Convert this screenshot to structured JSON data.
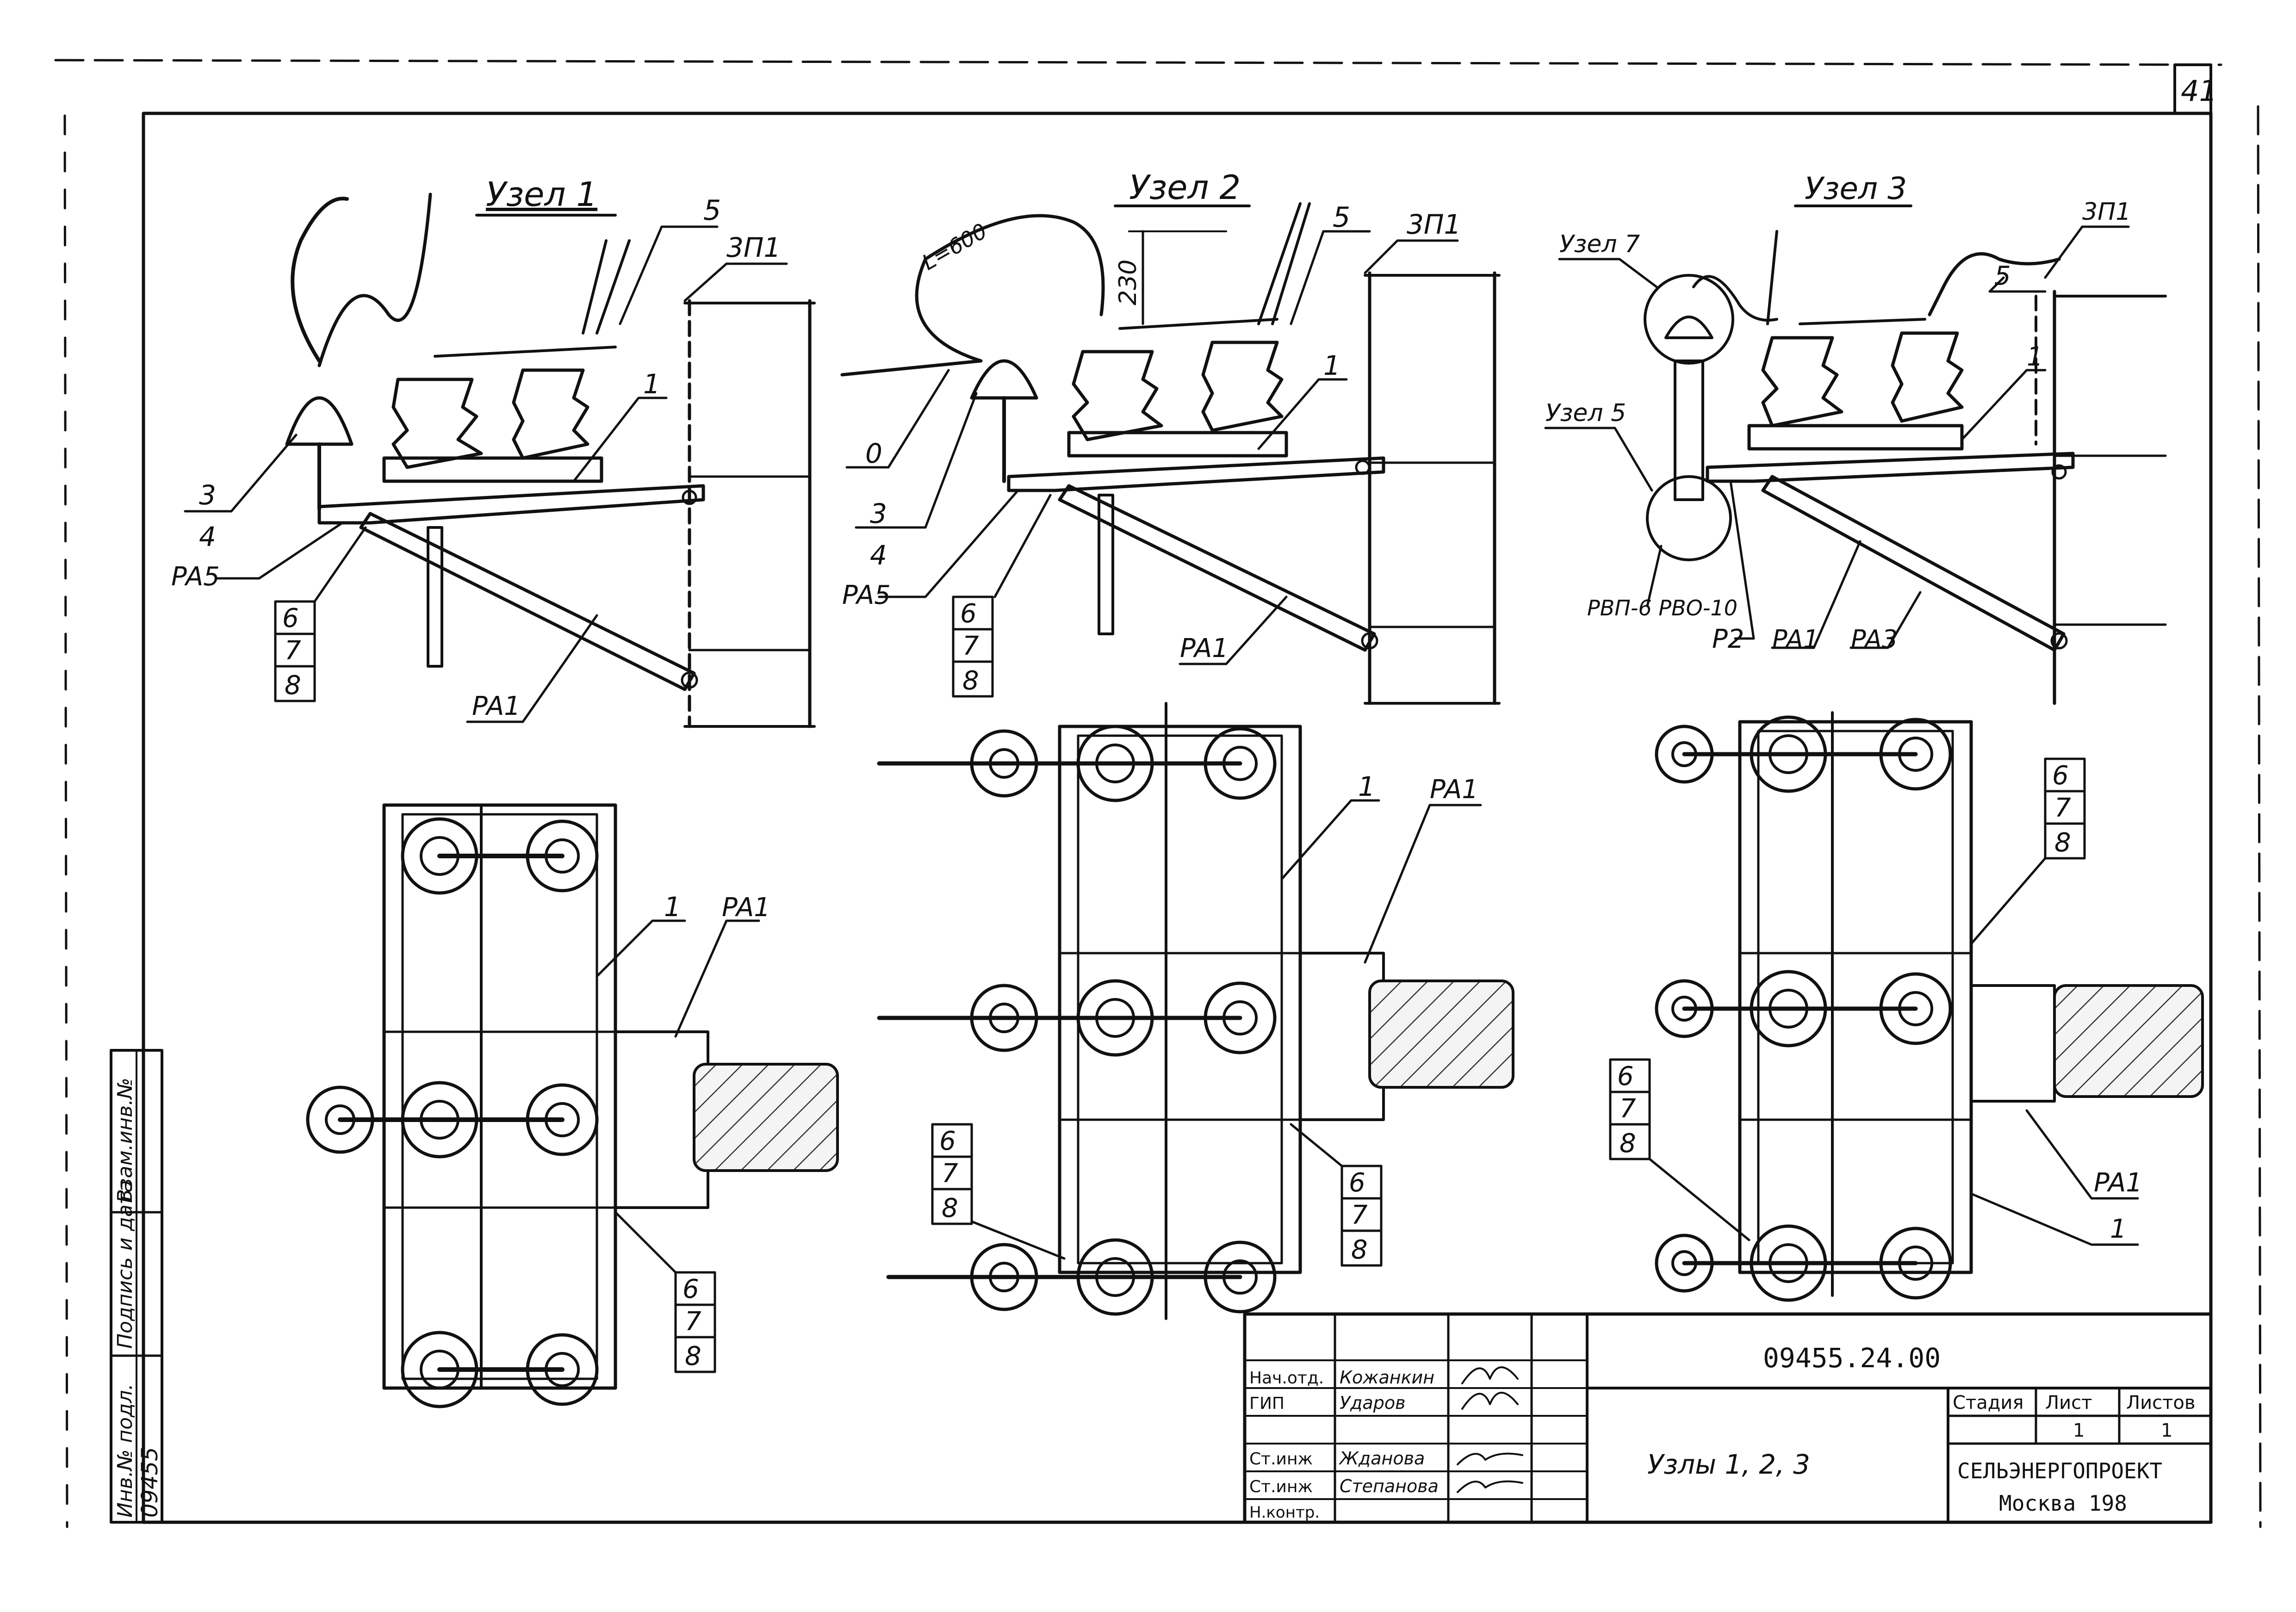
{
  "sheet": {
    "sheet_number": "41",
    "doc_code": "09455.24.00",
    "doc_title": "Узлы 1, 2, 3",
    "organization": "СЕЛЬЭНЕРГОПРОЕКТ",
    "city": "Москва 198",
    "stage_header": "Стадия",
    "sheet_header": "Лист",
    "sheets_header": "Листов",
    "sheet_value": "1",
    "sheets_value": "1"
  },
  "signatures": [
    {
      "role": "Нач.отд.",
      "name": "Кожанкин"
    },
    {
      "role": "ГИП",
      "name": "Ударов"
    },
    {
      "role": "Ст.инж",
      "name": "Жданова"
    },
    {
      "role": "Ст.инж",
      "name": "Степанова"
    },
    {
      "role": "Н.контр.",
      "name": ""
    }
  ],
  "side_stamp": {
    "inv_original": "Инв.№ подл.",
    "signature_date": "Подпись и дата",
    "replace_inv": "Взам.инв.№",
    "inv_value": "09455"
  },
  "nodes": {
    "n1": {
      "title": "Узел 1",
      "labels": {
        "l5": "5",
        "l3p1": "3П1",
        "l1": "1",
        "l3": "3",
        "l4": "4",
        "pa5": "PA5",
        "l6": "6",
        "l7": "7",
        "l8": "8",
        "pa1": "PA1"
      }
    },
    "n2": {
      "title": "Узел 2",
      "dim_230": "230",
      "dim_len": "L=600",
      "labels": {
        "l5": "5",
        "l3p1": "3П1",
        "l1": "1",
        "l0": "0",
        "l3": "3",
        "l4": "4",
        "pa5": "PA5",
        "l6": "6",
        "l7": "7",
        "l8": "8",
        "pa1": "PA1"
      }
    },
    "n3": {
      "title": "Узел 3",
      "labels": {
        "uzel7": "Узел 7",
        "uzel5": "Узел 5",
        "l5": "5",
        "l3p1": "3П1",
        "l1": "1",
        "rvp": "РВП-6 РВО-10",
        "p2": "P2",
        "pa1": "PA1",
        "pa3": "PA3"
      }
    }
  },
  "plans": {
    "p1": {
      "l1": "1",
      "pa1": "PA1",
      "l6": "6",
      "l7": "7",
      "l8": "8"
    },
    "p2": {
      "l1": "1",
      "pa1": "PA1",
      "l6a": "6",
      "l7a": "7",
      "l8a": "8",
      "l6b": "6",
      "l7b": "7",
      "l8b": "8"
    },
    "p3": {
      "l6a": "6",
      "l7a": "7",
      "l8a": "8",
      "l6b": "6",
      "l7b": "7",
      "l8b": "8",
      "pa1": "PA1",
      "l1": "1"
    }
  }
}
